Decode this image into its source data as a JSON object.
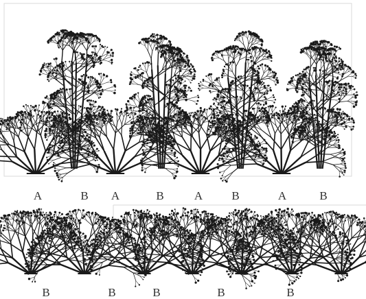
{
  "colors": {
    "ink": "#1a1a1a",
    "label": "#333333",
    "background": "#ffffff",
    "frame": "#d8d8d8"
  },
  "top_row": {
    "plants": [
      "shrub",
      "tree",
      "shrub",
      "tree",
      "shrub",
      "tree",
      "shrub",
      "tree"
    ],
    "labels": [
      "A",
      "B",
      "A",
      "B",
      "A",
      "B",
      "A",
      "B"
    ]
  },
  "bottom_row": {
    "plants": [
      "shrub",
      "shrub",
      "shrub",
      "shrub",
      "shrub",
      "shrub",
      "shrub"
    ],
    "labels": [
      "B",
      "B",
      "B",
      "B",
      "B"
    ]
  }
}
